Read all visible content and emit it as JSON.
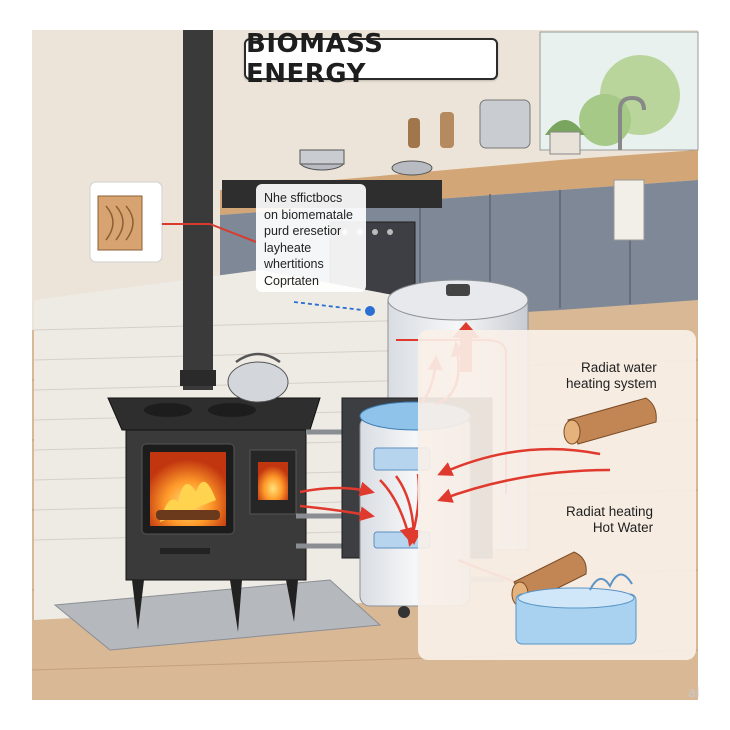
{
  "title": "BIOMASS ENERGY",
  "note_lines": [
    "Nhe sffictbocs",
    "on biomematale",
    "purd eresetior",
    "layheate",
    "whertitions",
    "Coprtaten"
  ],
  "label_top": [
    "Radiat water",
    "heating system"
  ],
  "label_bottom": [
    "Radiat heating",
    "Hot Water"
  ],
  "watermark": "ai",
  "colors": {
    "flow_arrow": "#e03a2f",
    "water": "#8fc3ea",
    "stove": "#3a3a3a",
    "cabinet": "#7f8896",
    "floor": "#d9b896"
  }
}
